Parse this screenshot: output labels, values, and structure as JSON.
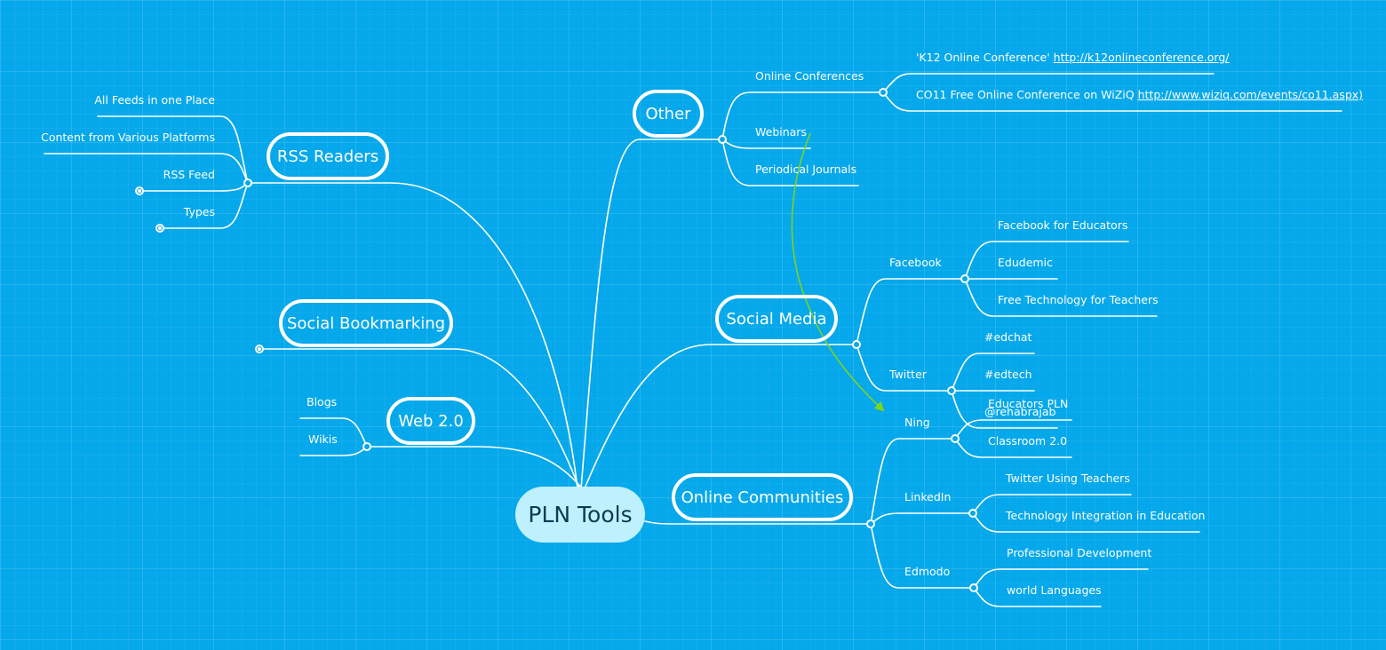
{
  "central": {
    "label": "PLN Tools"
  },
  "topics": {
    "rss": {
      "label": "RSS Readers",
      "children": [
        "All Feeds in one Place",
        "Content from Various Platforms",
        "RSS Feed",
        "Types"
      ]
    },
    "bookmarking": {
      "label": "Social Bookmarking"
    },
    "web2": {
      "label": "Web 2.0",
      "children": [
        "Blogs",
        "Wikis"
      ]
    },
    "other": {
      "label": "Other",
      "children": [
        "Online Conferences",
        "Webinars",
        "Periodical Journals"
      ],
      "conferences": [
        {
          "text": "'K12 Online Conference' ",
          "link": "http://k12onlineconference.org/"
        },
        {
          "text": "CO11 Free Online Conference on WiZiQ ",
          "link": "http://www.wiziq.com/events/co11.aspx)"
        }
      ]
    },
    "social_media": {
      "label": "Social Media",
      "children": [
        "Facebook",
        "Twitter"
      ],
      "facebook": [
        "Facebook for Educators",
        "Edudemic",
        "Free Technology for Teachers"
      ],
      "twitter": [
        "#edchat",
        "#edtech",
        "@rehabrajab"
      ]
    },
    "communities": {
      "label": "Online Communities",
      "children": [
        "Ning",
        "LinkedIn",
        "Edmodo"
      ],
      "ning": [
        "Educators PLN",
        "Classroom 2.0"
      ],
      "linkedin": [
        "Twitter Using Teachers",
        "Technology Integration in Education"
      ],
      "edmodo": [
        "Professional Development",
        "world Languages"
      ]
    }
  },
  "colors": {
    "background": "#05a8ea",
    "line": "#ffffff",
    "central_fill": "#bff0fd",
    "relationship_arrow": "#7ed321"
  }
}
